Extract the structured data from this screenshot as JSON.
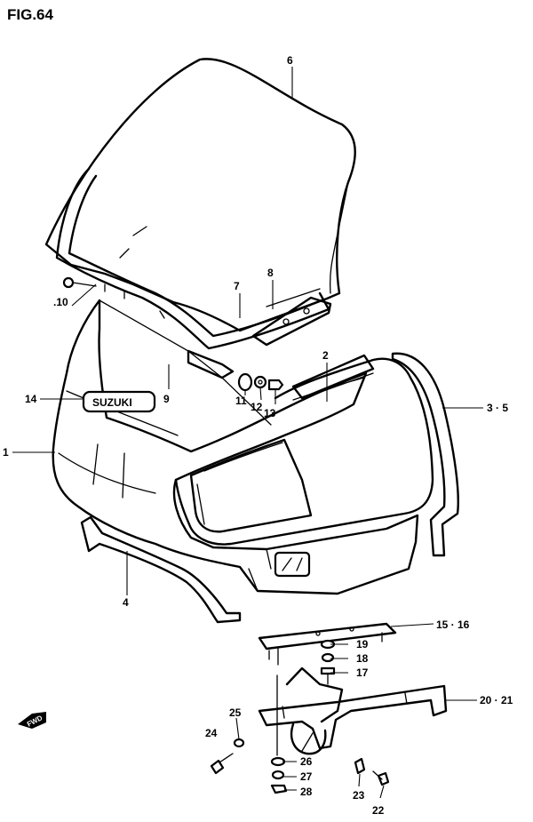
{
  "figure": {
    "title": "FIG.64"
  },
  "direction_marker": {
    "text": "FWD",
    "icon": "fwd-arrow-icon"
  },
  "callouts": [
    {
      "id": "p1",
      "text": "1"
    },
    {
      "id": "p2",
      "text": "2"
    },
    {
      "id": "p3",
      "text": "3 · 5"
    },
    {
      "id": "p4",
      "text": "4"
    },
    {
      "id": "p6",
      "text": "6"
    },
    {
      "id": "p7",
      "text": "7"
    },
    {
      "id": "p8",
      "text": "8"
    },
    {
      "id": "p9",
      "text": "9"
    },
    {
      "id": "p10",
      "text": ".10"
    },
    {
      "id": "p11",
      "text": "11"
    },
    {
      "id": "p12",
      "text": "12"
    },
    {
      "id": "p13",
      "text": "13"
    },
    {
      "id": "p14",
      "text": "14"
    },
    {
      "id": "p15",
      "text": "15 · 16"
    },
    {
      "id": "p17",
      "text": "17"
    },
    {
      "id": "p18",
      "text": "18"
    },
    {
      "id": "p19",
      "text": "19"
    },
    {
      "id": "p20",
      "text": "20 · 21"
    },
    {
      "id": "p22",
      "text": "22"
    },
    {
      "id": "p23",
      "text": "23"
    },
    {
      "id": "p24",
      "text": "24"
    },
    {
      "id": "p25",
      "text": "25"
    },
    {
      "id": "p26",
      "text": "26"
    },
    {
      "id": "p27",
      "text": "27"
    },
    {
      "id": "p28",
      "text": "28"
    }
  ],
  "emblem": {
    "text": "SUZUKI"
  }
}
